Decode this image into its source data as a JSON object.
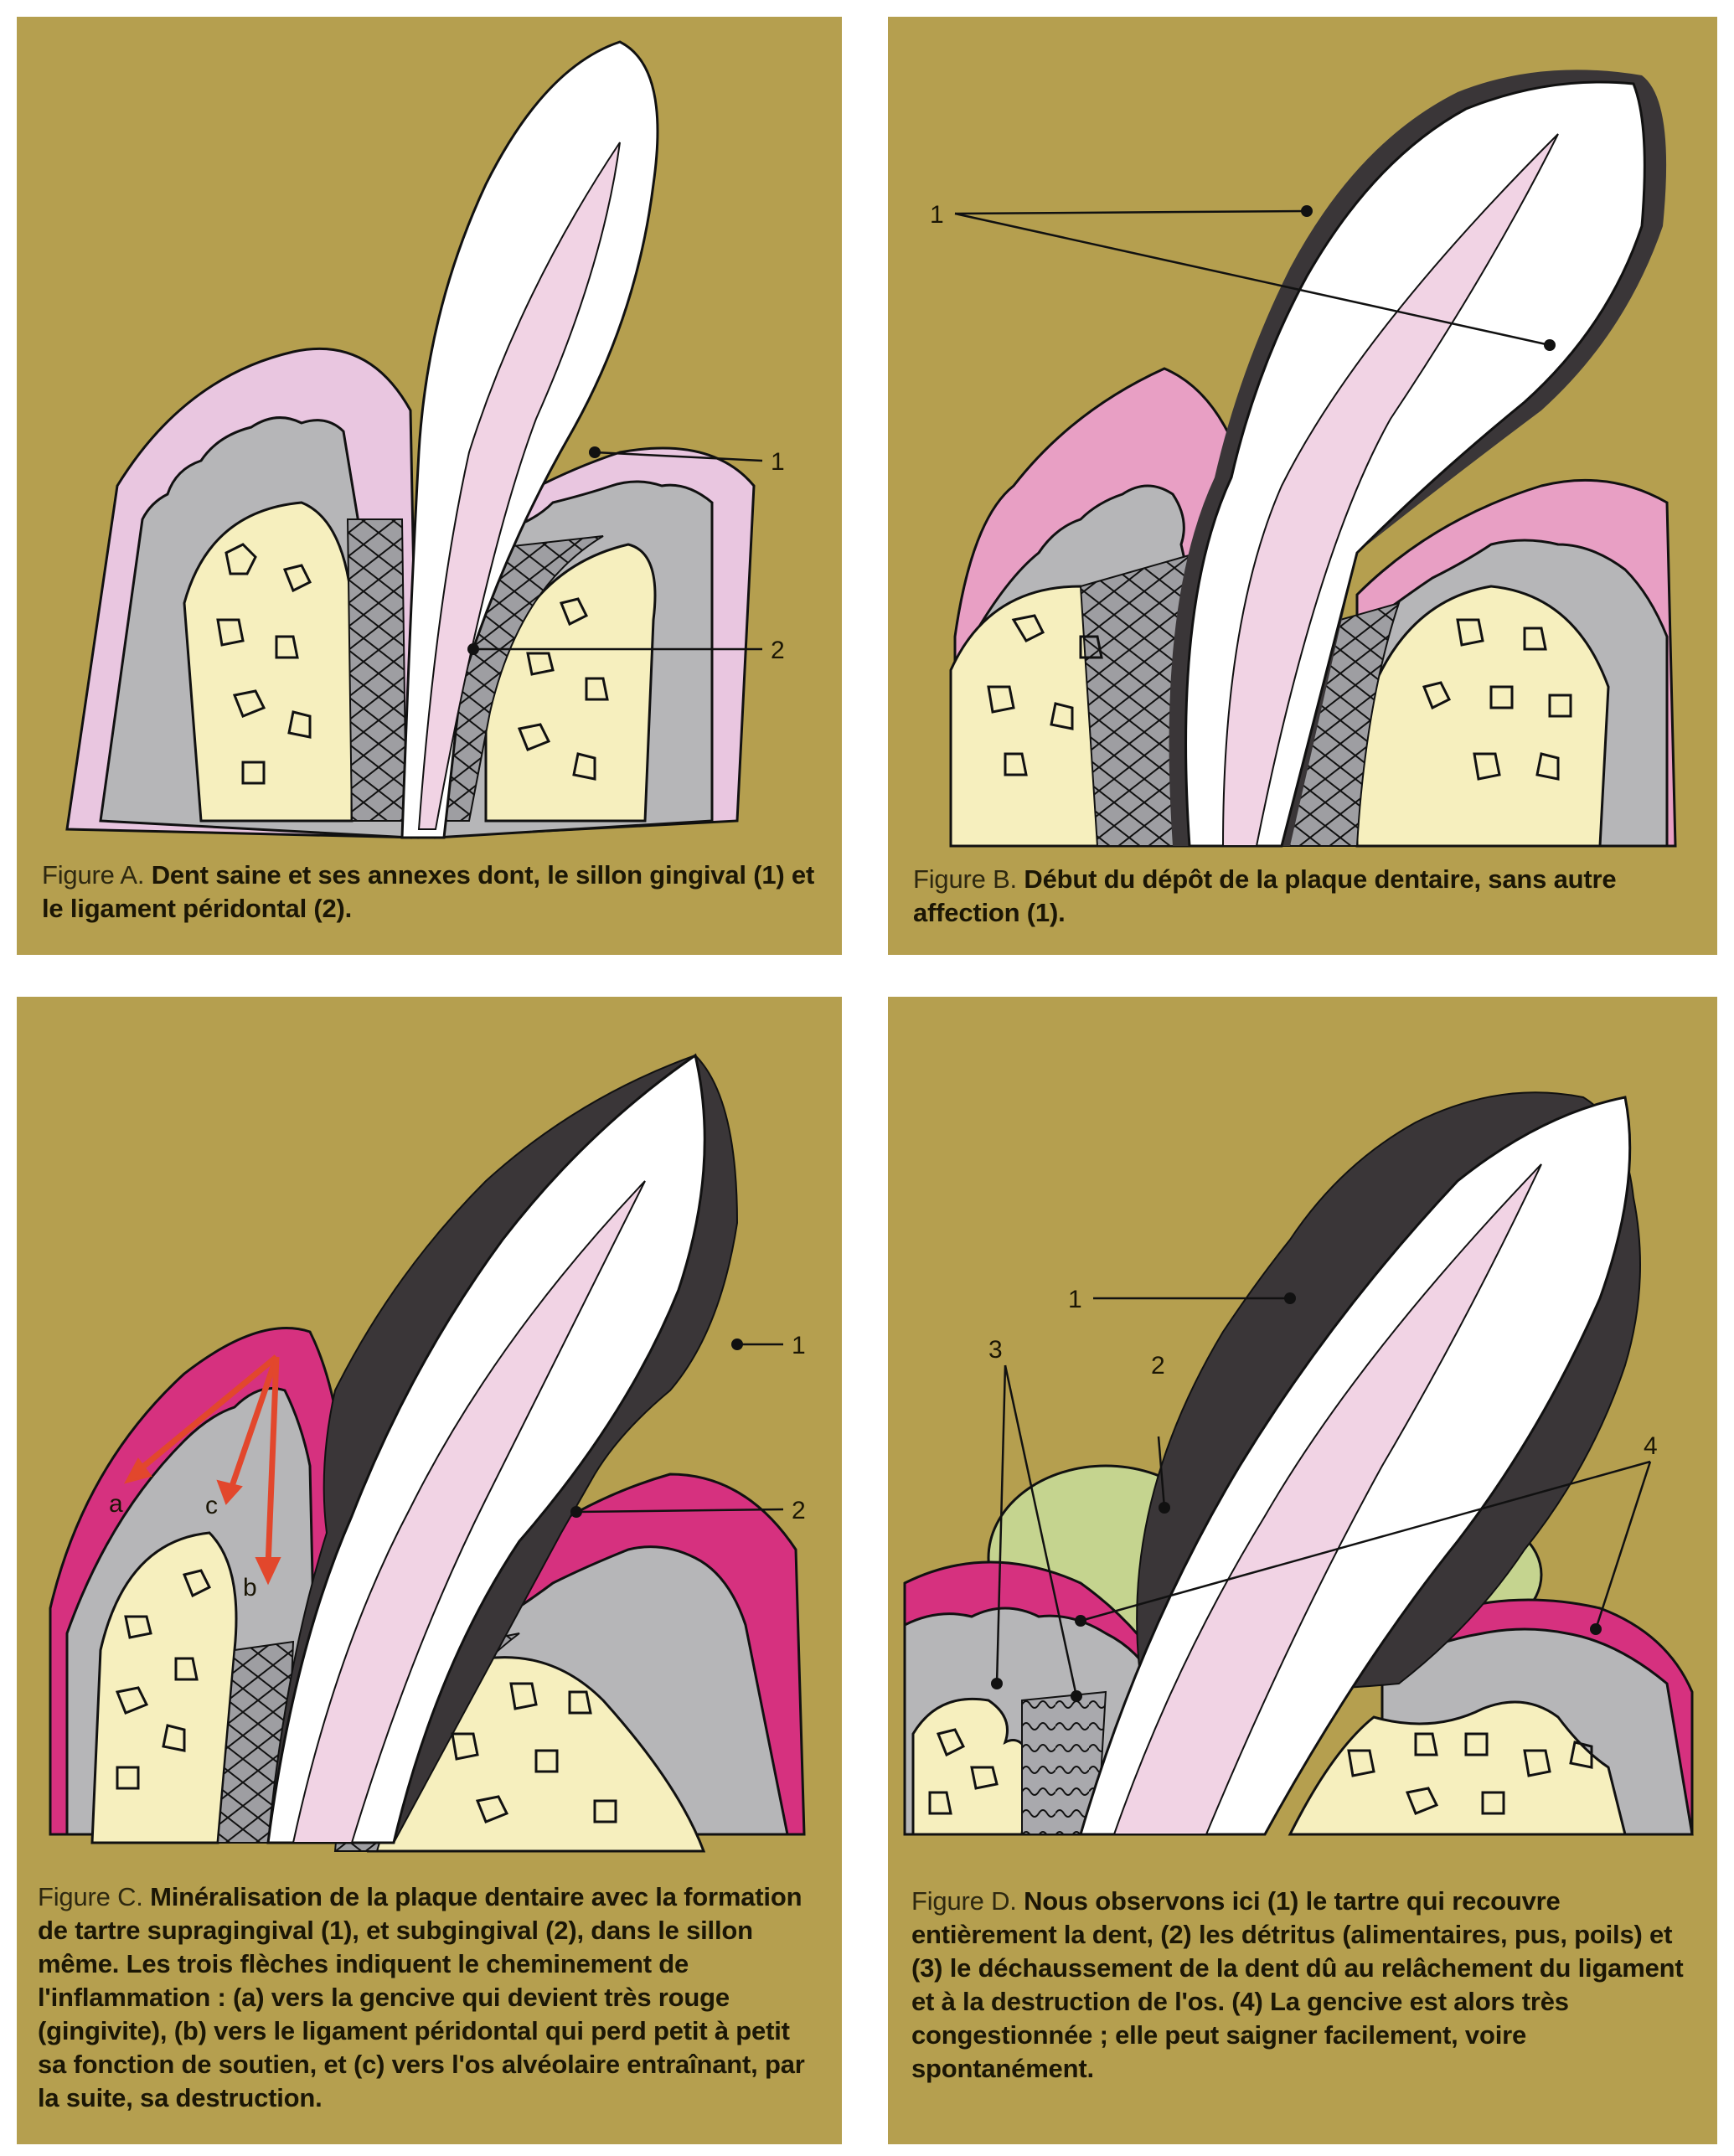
{
  "colors": {
    "background": "#b59f4f",
    "gum_healthy": "#e9c6e0",
    "gum_inflamed": "#d6317f",
    "bone": "#f6efbe",
    "tissue": "#b6b6b8",
    "tooth": "#ffffff",
    "pulp": "#f1d3e4",
    "tartar": "#2f2b30",
    "debris": "#c5d48f",
    "arrow": "#e2472c"
  },
  "panels": [
    {
      "id": "A",
      "caption_lead": "Figure A.",
      "caption_bold": "Dent saine et ses annexes dont, le sillon gingival (1) et le ligament péridontal (2).",
      "labels": [
        "1",
        "2"
      ]
    },
    {
      "id": "B",
      "caption_lead": "Figure B.",
      "caption_bold": "Début du dépôt de la plaque dentaire, sans autre affection (1).",
      "labels": [
        "1"
      ]
    },
    {
      "id": "C",
      "caption_lead": "Figure C.",
      "caption_bold": "Minéralisation de la plaque dentaire avec la formation de tartre supragingival (1), et subgingival (2), dans le sillon même. Les trois flèches indiquent le cheminement de l'inflammation : (a) vers la gencive qui devient très rouge (gingivite), (b) vers le ligament péridontal qui perd petit à petit sa fonction de soutien, et (c) vers l'os alvéolaire entraînant, par la suite, sa destruction.",
      "labels": [
        "1",
        "2",
        "a",
        "b",
        "c"
      ]
    },
    {
      "id": "D",
      "caption_lead": "Figure D.",
      "caption_bold": "Nous observons ici (1) le tartre qui recouvre entièrement la dent, (2) les détritus (alimentaires, pus, poils) et (3) le déchaussement de la dent dû au relâchement du ligament et à la destruction de l'os. (4) La gencive est alors très congestionnée ; elle peut saigner facilement, voire spontanément.",
      "labels": [
        "1",
        "2",
        "3",
        "4"
      ]
    }
  ]
}
